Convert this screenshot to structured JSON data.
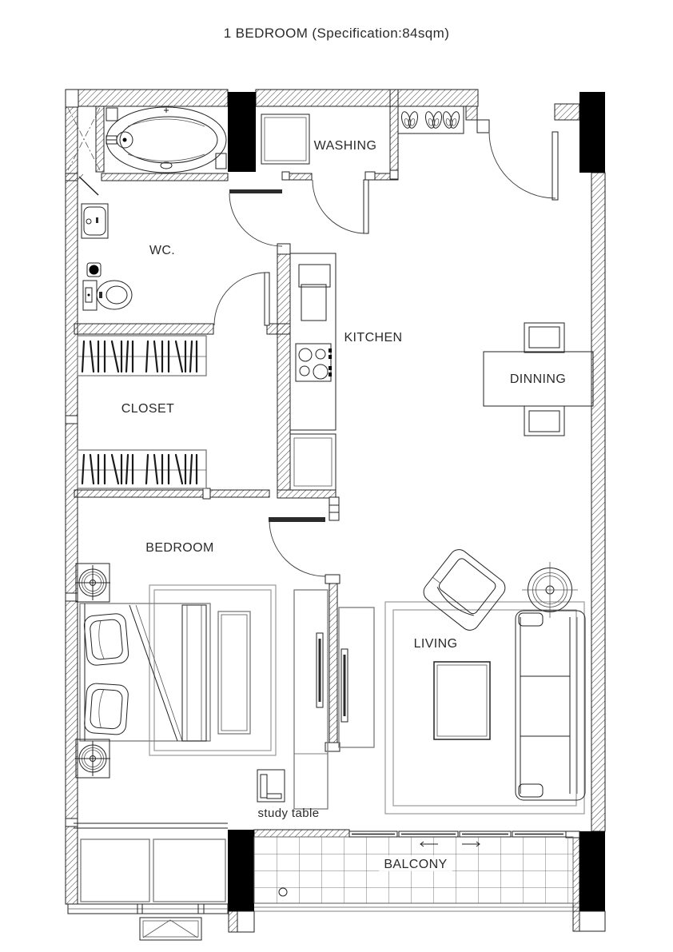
{
  "title": "1 BEDROOM (Specification:84sqm)",
  "rooms": {
    "washing": "WASHING",
    "wc": "WC.",
    "closet": "CLOSET",
    "kitchen": "KITCHEN",
    "dinning": "DINNING",
    "bedroom": "BEDROOM",
    "living": "LIVING",
    "balcony": "BALCONY",
    "study_table": "study table"
  },
  "colors": {
    "line": "#222222",
    "wall_hatch": "#3c3c3c",
    "column": "#000000",
    "rug": "#9a9a9a",
    "text": "#2b2b2b",
    "background": "#ffffff"
  }
}
